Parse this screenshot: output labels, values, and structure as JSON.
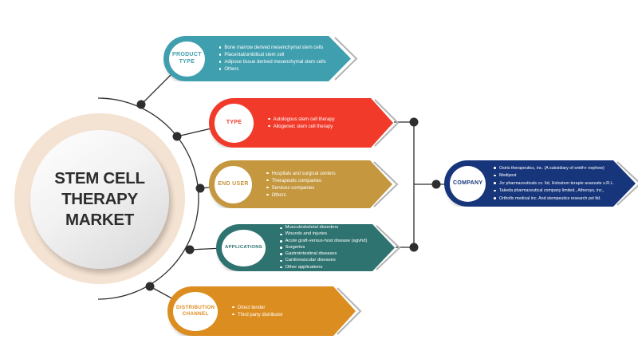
{
  "title": {
    "line1": "STEM CELL THERAPY",
    "line2": "MARKET"
  },
  "colors": {
    "connector": "#2e2e2e",
    "node": "#2e2e2e",
    "chevron": "#b4b4b4",
    "ring": "#f4e3d3"
  },
  "segments": [
    {
      "label": "PRODUCT TYPE",
      "color": "#3f9fae",
      "items": [
        "Bone marrow derived mesenchymal stem cells",
        "Placental/umbilical stem cell",
        "Adipose tissue derived mesenchymal stem cells",
        "Others"
      ]
    },
    {
      "label": "TYPE",
      "color": "#f13a2a",
      "items": [
        "Autologous stem cell therapy",
        "Allogeneic stem cell therapy"
      ]
    },
    {
      "label": "END USER",
      "color": "#c5973f",
      "items": [
        "Hospitals and surgical centers",
        "Therapeutic companies",
        "Services companies",
        "Others"
      ]
    },
    {
      "label": "APPLICATIONS",
      "color": "#2e7370",
      "items": [
        "Musculoskeletal disorders",
        "Wounds and injuries",
        "Acute graft-versus-host disease (agvhd)",
        "Surgeries",
        "Gastrointestinal diseases",
        "Cardiovascular diseases",
        "Other applications"
      ]
    },
    {
      "label": "DISTRIBUTION CHANNEL",
      "color": "#dc8d20",
      "items": [
        "Direct tender",
        "Third party distributor"
      ]
    },
    {
      "label": "COMPANY",
      "color": "#16357b",
      "items": [
        "Osiris therapeutics, inc. (A subsidiary of smith+ nephew)",
        "Medipost",
        "Jcr pharmaceuticals co. ltd, Holostem terapie avanzate s.R.L.",
        "Takeda pharmaceutical company limited., Athersys, inc.,",
        "Orthofix medical inc. And stempeutics research pvt ltd."
      ]
    }
  ]
}
